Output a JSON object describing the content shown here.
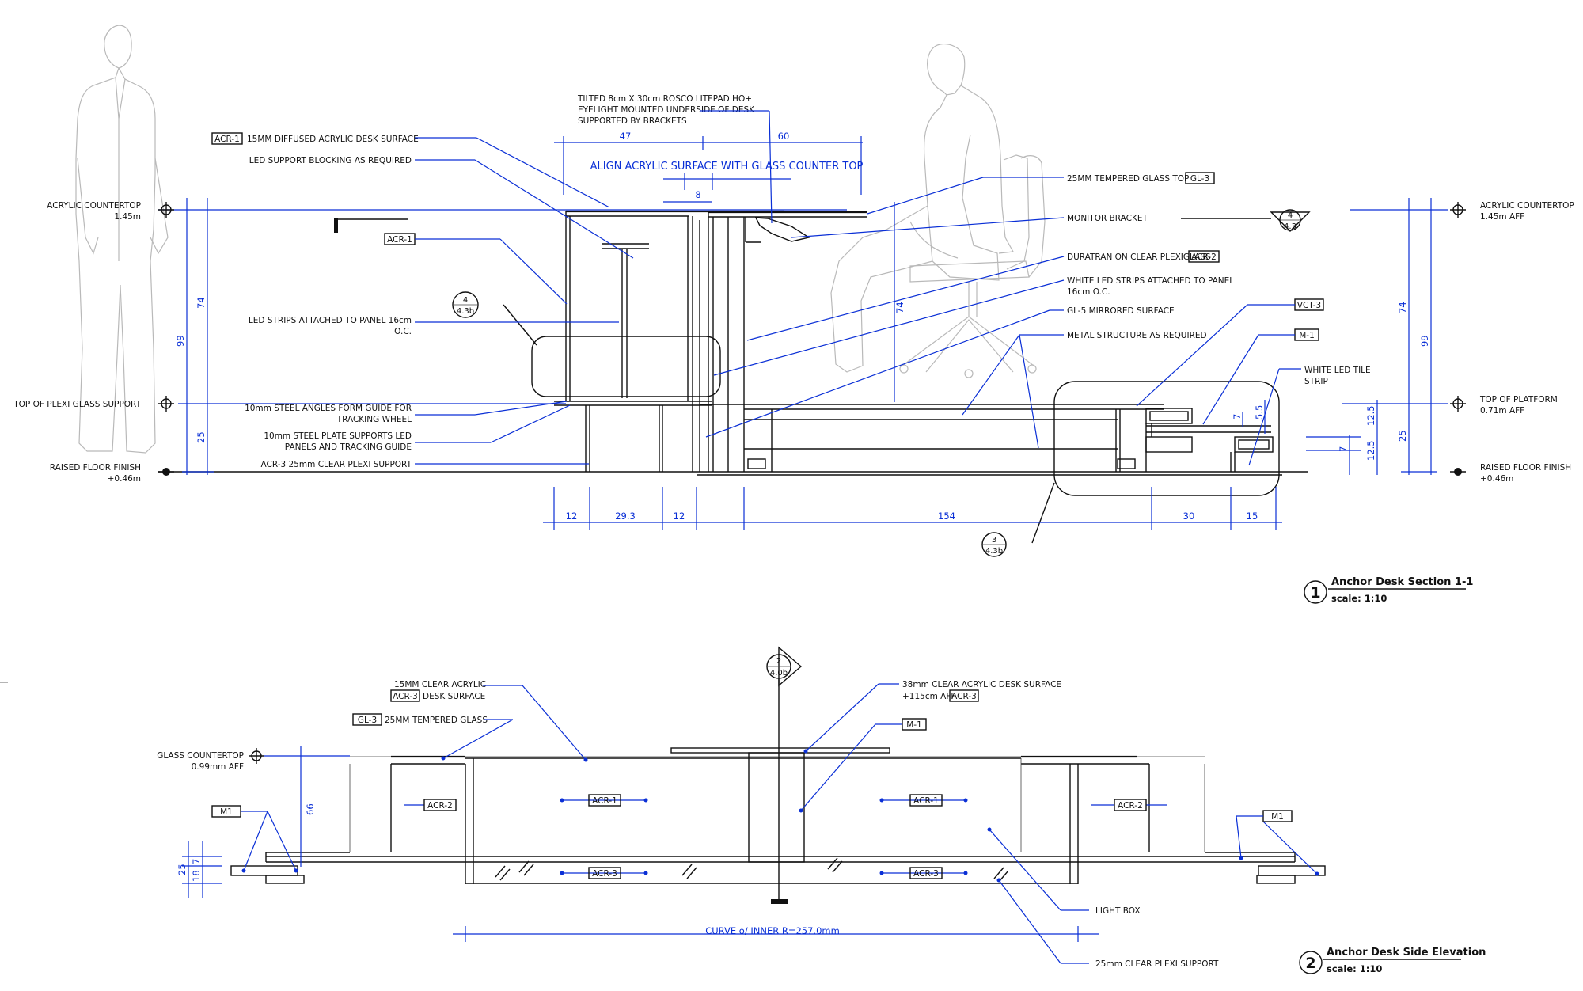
{
  "section": {
    "title": "Anchor Desk Section 1-1",
    "scale": "scale: 1:10",
    "number": "1",
    "levels": {
      "acrylic_left": [
        "ACRYLIC COUNTERTOP",
        "1.45m"
      ],
      "plexi_left": [
        "TOP OF PLEXI GLASS SUPPORT"
      ],
      "floor_left": [
        "RAISED FLOOR FINISH",
        "+0.46m"
      ],
      "acrylic_right": [
        "ACRYLIC COUNTERTOP",
        "1.45m AFF"
      ],
      "platform_right": [
        "TOP OF PLATFORM",
        "0.71m AFF"
      ],
      "floor_right": [
        "RAISED FLOOR FINISH",
        "+0.46m"
      ]
    },
    "notes_left": {
      "acr1_tag": "ACR-1",
      "acr1_text": "15MM DIFFUSED ACRYLIC DESK SURFACE",
      "led_blocking": "LED SUPPORT BLOCKING AS REQUIRED",
      "acr1_tag2": "ACR-1",
      "led_strips": [
        "LED STRIPS ATTACHED TO PANEL 16cm",
        "O.C."
      ],
      "steel_angles": [
        "10mm STEEL ANGLES FORM GUIDE FOR",
        "TRACKING WHEEL"
      ],
      "steel_plate": [
        "10mm STEEL PLATE SUPPORTS LED",
        "PANELS AND TRACKING GUIDE"
      ],
      "plexi_support": "ACR-3  25mm CLEAR PLEXI SUPPORT"
    },
    "note_top": [
      "TILTED 8cm X 30cm ROSCO LITEPAD HO+",
      "EYELIGHT MOUNTED UNDERSIDE OF DESK",
      "SUPPORTED BY BRACKETS"
    ],
    "align_note": "ALIGN ACRYLIC SURFACE WITH GLASS COUNTER TOP",
    "notes_right": {
      "glass_top": "25MM TEMPERED GLASS TOP",
      "glass_tag": "GL-3",
      "monitor": "MONITOR BRACKET",
      "duratran": "DURATRAN ON CLEAR PLEXIGLASS",
      "duratran_tag": "ACR-2",
      "white_led": [
        "WHITE LED STRIPS ATTACHED TO PANEL",
        "16cm O.C."
      ],
      "mirrored": "GL-5 MIRRORED SURFACE",
      "metal": "METAL STRUCTURE AS REQUIRED",
      "vct_tag": "VCT-3",
      "m1_tag": "M-1",
      "led_tile": [
        "WHITE LED TILE",
        "STRIP"
      ]
    },
    "dims": {
      "top_47": "47",
      "top_60": "60",
      "top_8": "8",
      "left_74": "74",
      "left_99": "99",
      "left_25": "25",
      "mid_74": "74",
      "right_74": "74",
      "right_99": "99",
      "right_25": "25",
      "right_12_5a": "12.5",
      "right_12_5b": "12.5",
      "right_7": "7",
      "box_7": "7",
      "box_5_5": "5.5",
      "bot_12a": "12",
      "bot_29_3": "29.3",
      "bot_12b": "12",
      "bot_154": "154",
      "bot_30": "30",
      "bot_15": "15"
    },
    "refs": {
      "r1": [
        "4",
        "4.3"
      ],
      "r2": [
        "4",
        "4.3b"
      ],
      "r3": [
        "3",
        "4.3b"
      ]
    }
  },
  "elevation": {
    "title": "Anchor Desk Side Elevation",
    "scale": "scale: 1:10",
    "number": "2",
    "level": [
      "GLASS COUNTERTOP",
      "0.99mm AFF"
    ],
    "notes": {
      "clear_acrylic": [
        "15MM CLEAR ACRYLIC",
        "DESK SURFACE"
      ],
      "acr3_tag": "ACR-3",
      "gl3_tag": "GL-3",
      "tempered": "25MM TEMPERED GLASS",
      "desk_surface": [
        "38mm CLEAR ACRYLIC DESK SURFACE",
        "+115cm AFF"
      ],
      "desk_surface_tag": "ACR-3",
      "m1_tag": "M-1",
      "light_box": "LIGHT BOX",
      "plexi": "25mm CLEAR PLEXI SUPPORT",
      "curve": "CURVE o/ INNER R=257.0mm"
    },
    "tags": {
      "acr2_left": "ACR-2",
      "acr1_left": "ACR-1",
      "acr1_right": "ACR-1",
      "acr2_right": "ACR-2",
      "acr3_left": "ACR-3",
      "acr3_right": "ACR-3",
      "m1_left": "M1",
      "m1_right": "M1"
    },
    "dims": {
      "h66": "66",
      "h25": "25",
      "h18": "18",
      "h7": "7"
    },
    "ref": [
      "2",
      "4.0b"
    ]
  },
  "colors": {
    "dimension_blue": "#0a2fd6",
    "line": "#111111",
    "figure": "#b9b9b9"
  }
}
